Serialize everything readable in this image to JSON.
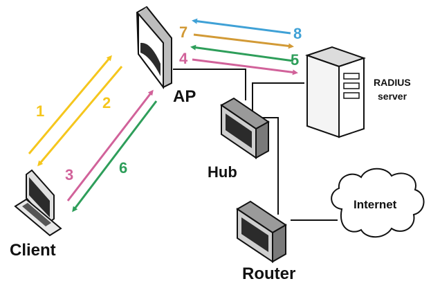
{
  "labels": {
    "ap": "AP",
    "client": "Client",
    "hub": "Hub",
    "router": "Router",
    "internet": "Internet",
    "radius_line1": "RADIUS",
    "radius_line2": "server"
  },
  "steps": [
    {
      "number": "1",
      "color": "#f5c61d"
    },
    {
      "number": "2",
      "color": "#f5c61d"
    },
    {
      "number": "3",
      "color": "#d1629a"
    },
    {
      "number": "4",
      "color": "#d1629a"
    },
    {
      "number": "5",
      "color": "#2e9e5a"
    },
    {
      "number": "6",
      "color": "#2e9e5a"
    },
    {
      "number": "7",
      "color": "#d29a36"
    },
    {
      "number": "8",
      "color": "#3fa1d6"
    }
  ],
  "colors": {
    "line": "#111111",
    "device_dark": "#2b2b2b",
    "device_light": "#e8e8e8"
  }
}
